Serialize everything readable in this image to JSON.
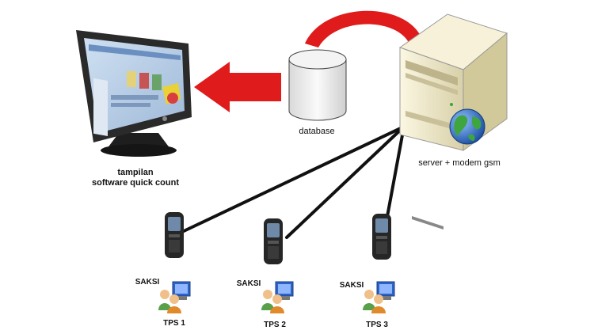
{
  "labels": {
    "monitor_line1": "tampilan",
    "monitor_line2": "software quick count",
    "database": "database",
    "server": "server + modem gsm"
  },
  "stations": [
    {
      "saksi": "SAKSI",
      "tps": "TPS 1"
    },
    {
      "saksi": "SAKSI",
      "tps": "TPS 2"
    },
    {
      "saksi": "SAKSI",
      "tps": "TPS 3"
    }
  ],
  "colors": {
    "arrow_red": "#e01b1b",
    "line": "#111111",
    "server_body": "#efe9c9",
    "monitor_frame": "#2a2a2a",
    "globe": "#2f6fc9",
    "database": "#eeeeee"
  },
  "icons": [
    "monitor-icon",
    "database-icon",
    "server-icon",
    "globe-icon",
    "phone-icon",
    "users-computer-icon"
  ]
}
